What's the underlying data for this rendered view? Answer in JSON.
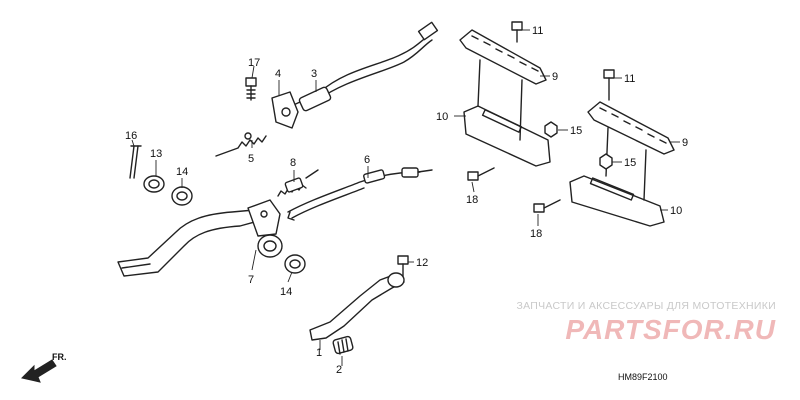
{
  "diagram_code": "HM89F2100",
  "direction_label": "FR.",
  "watermark": {
    "caption": "ЗАПЧАСТИ И АКСЕССУАРЫ ДЛЯ МОТОТЕХНИКИ",
    "logo": "PARTSFOR.RU"
  },
  "callouts": [
    "1",
    "2",
    "3",
    "4",
    "5",
    "6",
    "7",
    "8",
    "9",
    "9",
    "10",
    "10",
    "11",
    "11",
    "12",
    "13",
    "14",
    "14",
    "15",
    "15",
    "16",
    "17",
    "18",
    "18"
  ],
  "colors": {
    "line": "#222222",
    "watermark_logo": "#f0b8b8",
    "watermark_caption": "#c9c9c9"
  }
}
